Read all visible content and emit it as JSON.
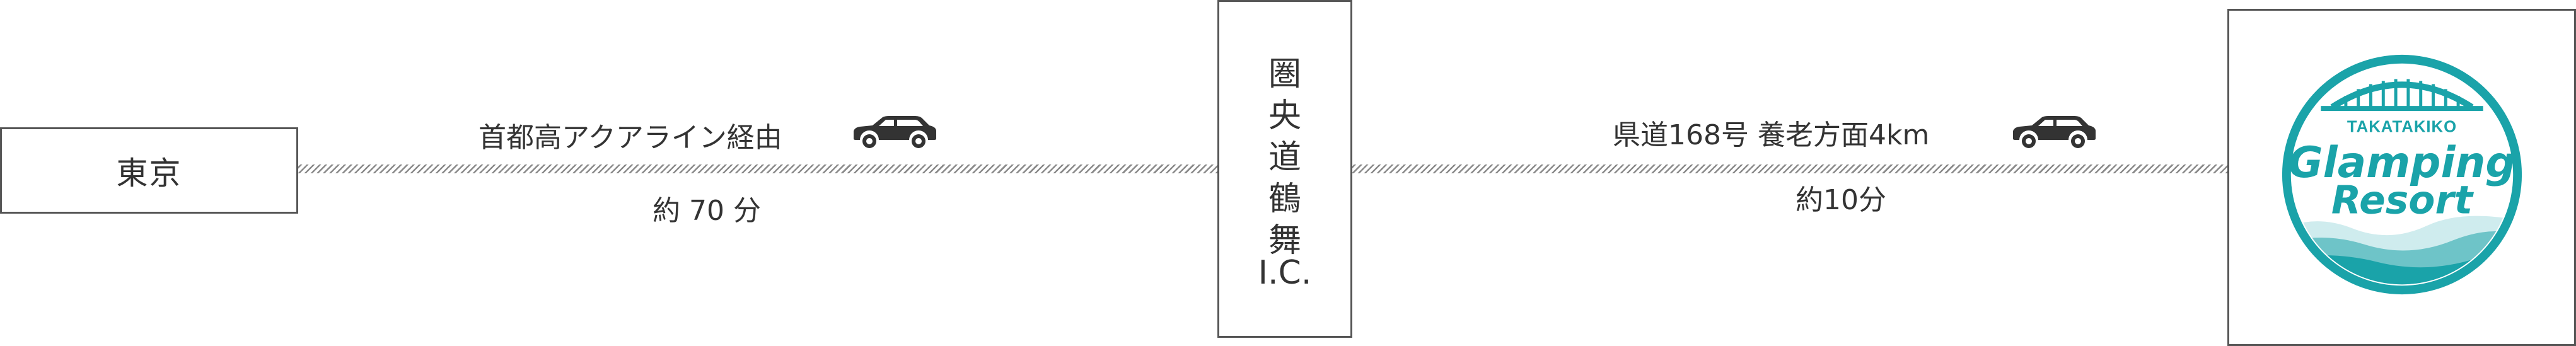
{
  "origin": {
    "label": "東京"
  },
  "interchange": {
    "name_chars": [
      "圏",
      "央",
      "道",
      "鶴",
      "舞"
    ],
    "suffix": "I.C."
  },
  "segment_1": {
    "route": "首都高アクアライン経由",
    "time": "約 70 分",
    "vehicle_icon": "car-icon"
  },
  "segment_2": {
    "route": "県道168号 養老方面4km",
    "time": "約10分",
    "vehicle_icon": "car-icon"
  },
  "destination": {
    "logo": {
      "top_text": "TAKATAKIKO",
      "line1": "Glamping",
      "line2": "Resort",
      "accent_color": "#1aa3a9"
    }
  },
  "colors": {
    "border": "#555555",
    "text": "#333333",
    "road_hatch": "#8a8a8a",
    "car": "#333333",
    "logo_accent": "#1aa3a9"
  }
}
